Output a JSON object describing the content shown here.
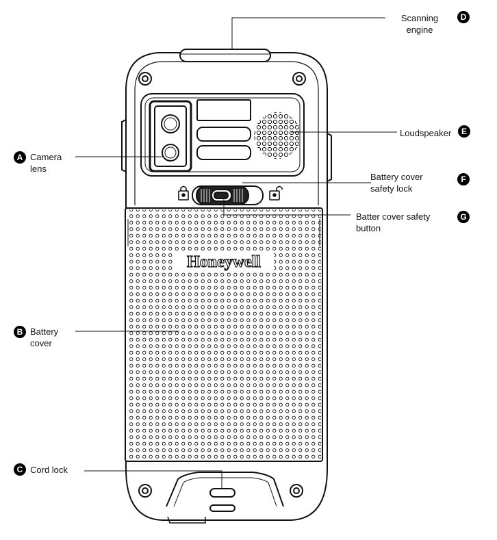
{
  "brand_logo": "Honeywell",
  "callouts": [
    {
      "letter": "A",
      "label": "Camera\nlens"
    },
    {
      "letter": "B",
      "label": "Battery\ncover"
    },
    {
      "letter": "C",
      "label": "Cord lock"
    },
    {
      "letter": "D",
      "label": "Scanning\nengine"
    },
    {
      "letter": "E",
      "label": "Loudspeaker"
    },
    {
      "letter": "F",
      "label": "Battery cover\nsafety lock"
    },
    {
      "letter": "G",
      "label": "Batter cover safety\nbutton"
    }
  ],
  "colors": {
    "line": "#111111",
    "fill": "#ffffff",
    "badge": "#000000"
  }
}
